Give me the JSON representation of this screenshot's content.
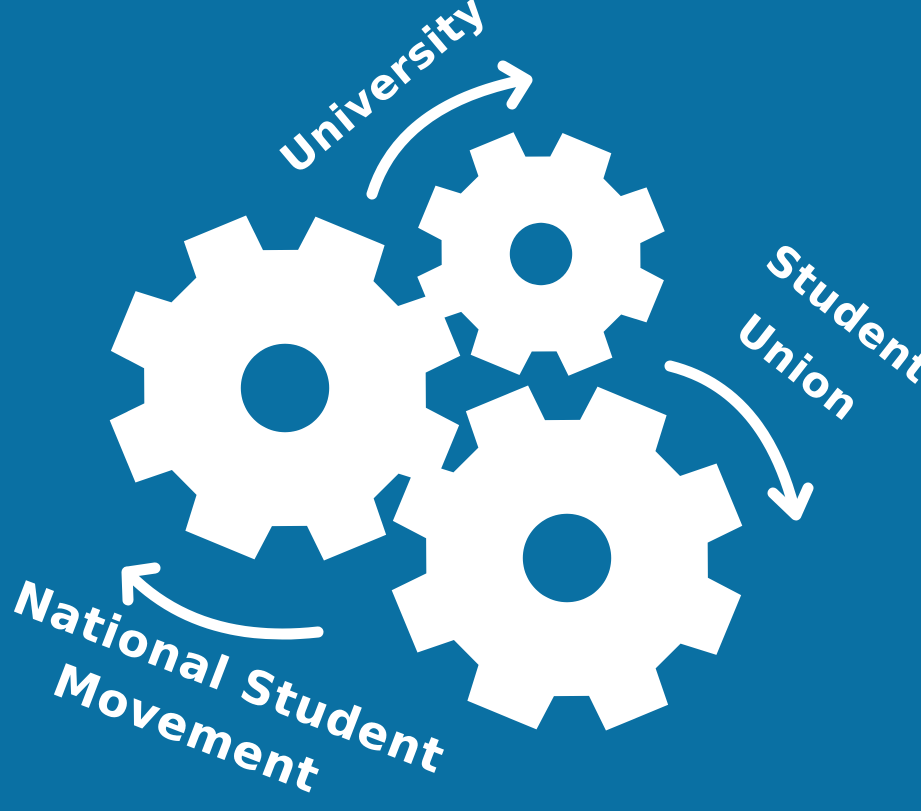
{
  "colors": {
    "background": "#0a70a3",
    "foreground": "#ffffff"
  },
  "labels": {
    "university": "University",
    "student_union_line1": "Student",
    "student_union_line2": "Union",
    "national_line1": "National Student",
    "national_line2": "Movement"
  },
  "icons": {
    "gears": [
      "gear-icon",
      "gear-icon",
      "gear-icon"
    ],
    "arrows": [
      "curved-arrow-icon",
      "curved-arrow-icon",
      "curved-arrow-icon"
    ]
  }
}
